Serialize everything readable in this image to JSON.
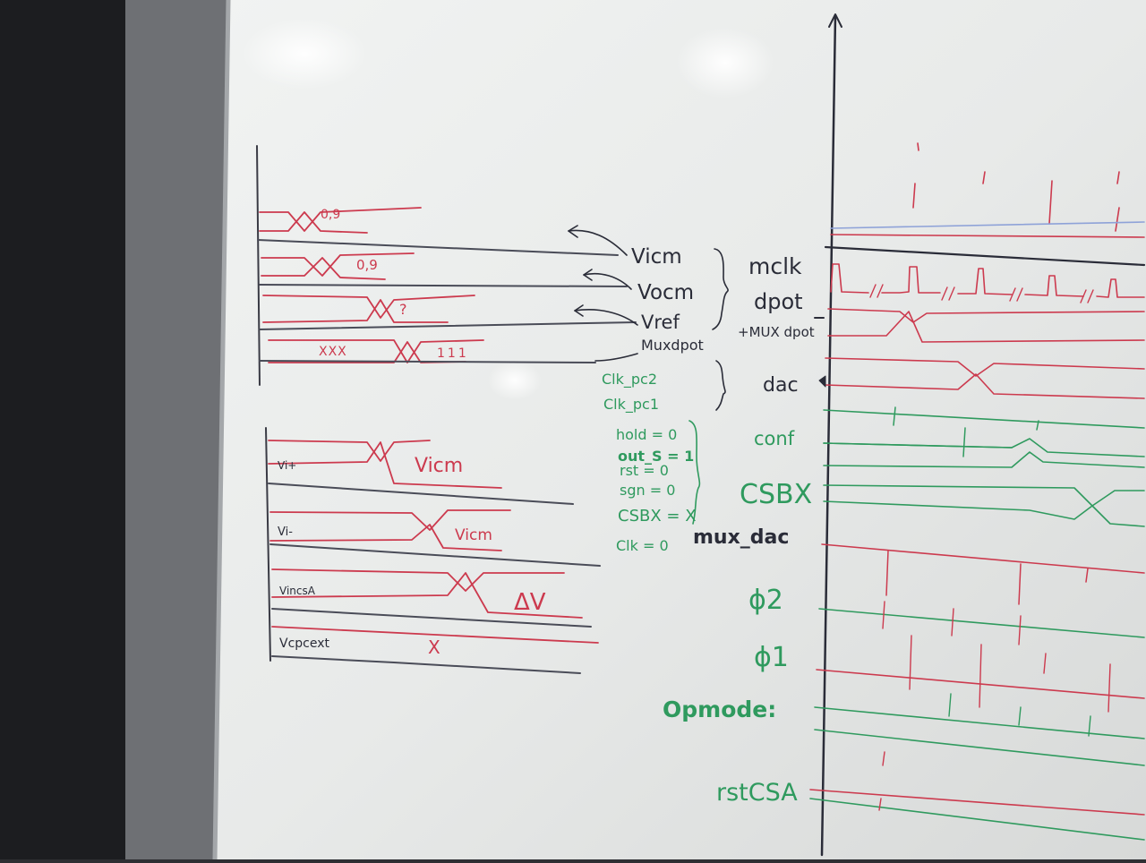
{
  "colors": {
    "wall": "#2e2f33",
    "board": "#e9ebea",
    "red_ink": "#cc3a4e",
    "black_ink": "#2a2c38",
    "green_ink": "#2f9a5e"
  },
  "left_top": {
    "notes": [
      "0,9",
      "0,9",
      "?",
      "XXX",
      "111"
    ],
    "pointers": [
      "Vicm",
      "Vocm",
      "Vref",
      "Muxdpot"
    ]
  },
  "left_bottom": {
    "signals": [
      "Vi+",
      "Vi-",
      "VincsA",
      "Vcpcext"
    ],
    "notes": [
      "Vicm",
      "Vicm",
      "ΔV",
      "X"
    ]
  },
  "clk_labels": [
    "Clk_pc2",
    "Clk_pc1"
  ],
  "settings": [
    "hold = 0",
    "out_S = 1",
    "rst = 0",
    "sgn = 0",
    "CSBX = X",
    "Clk = 0"
  ],
  "timing_labels": {
    "mclk": "mclk",
    "dpot": "dpot",
    "mux_dpot": "+MUX dpot",
    "dac": "dac",
    "conf": "conf",
    "csbx": "CSBX",
    "mux_dac": "mux_dac",
    "phi2": "ϕ2",
    "phi1": "ϕ1",
    "opmode": "Opmode:",
    "rstcsa": "rstCSA"
  }
}
